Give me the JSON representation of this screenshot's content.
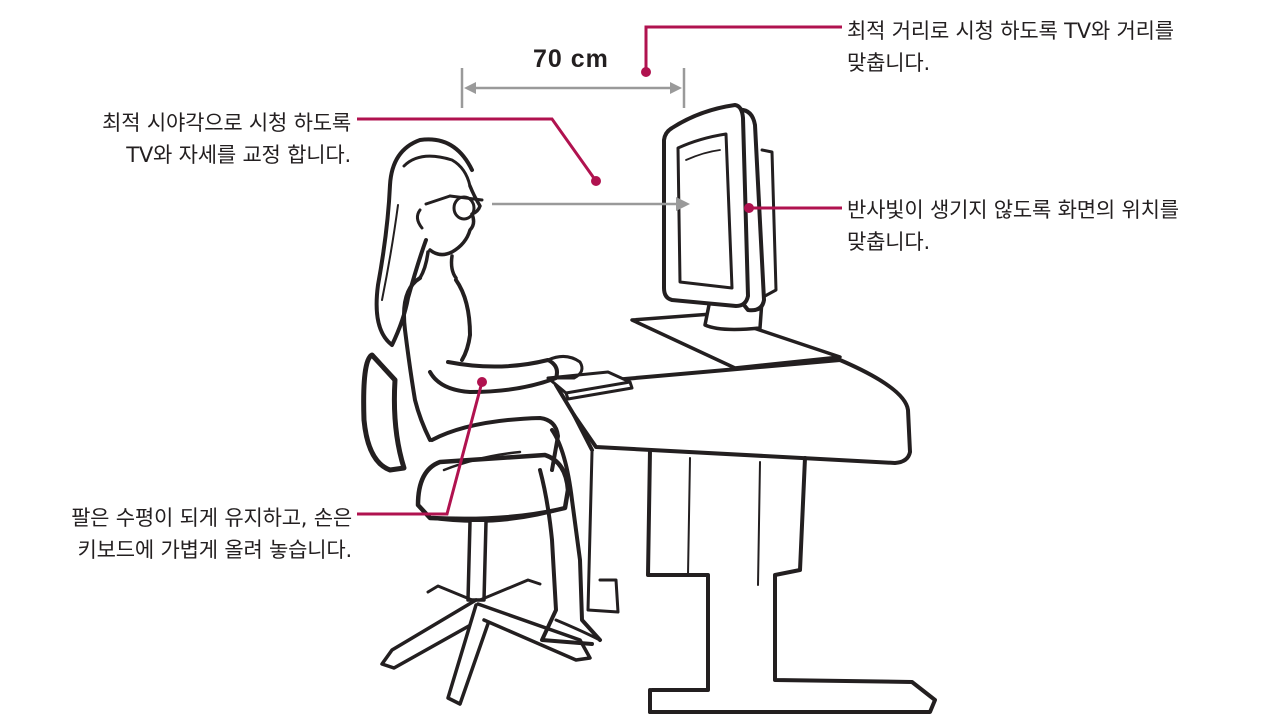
{
  "distance_label": "70 cm",
  "notes": {
    "distance": {
      "lines": [
        "최적 거리로 시청 하도록 TV와 거리를",
        "맞춥니다."
      ]
    },
    "posture": {
      "lines": [
        "최적 시야각으로 시청 하도록",
        "TV와 자세를 교정 합니다."
      ]
    },
    "glare": {
      "lines": [
        "반사빛이 생기지 않도록 화면의 위치를",
        "맞춥니다."
      ]
    },
    "arms": {
      "lines": [
        "팔은 수평이 되게 유지하고, 손은",
        "키보드에 가볍게 올려 놓습니다."
      ]
    }
  },
  "colors": {
    "leader_line": "#b0124f",
    "ink": "#231f20",
    "dimension_line": "#9a9a9a"
  }
}
